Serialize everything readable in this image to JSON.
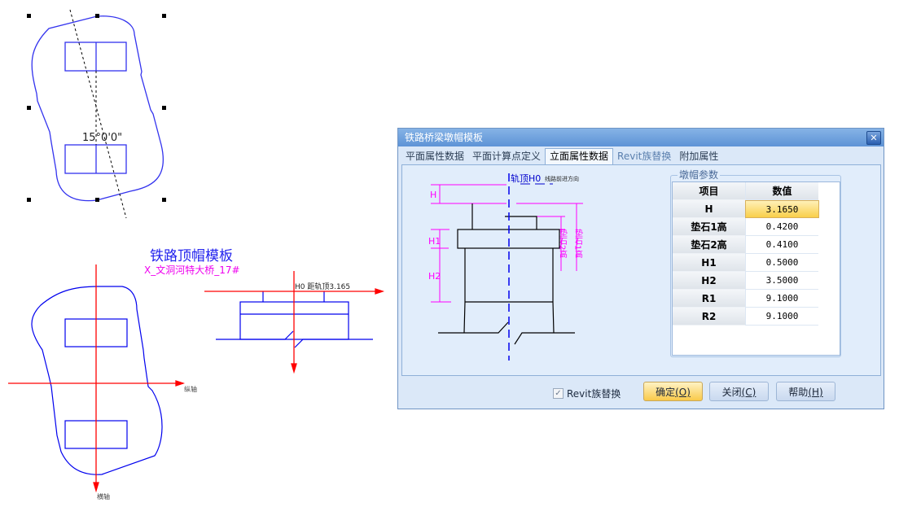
{
  "cad": {
    "angle_label": "15°0'0\"",
    "template_title": "铁路顶帽模板",
    "template_subtitle": "X_文洞河特大桥_17#",
    "h0_label": "H0 距轨顶3.165",
    "longitudinal_axis": "纵轴",
    "transverse_axis": "横轴",
    "colors": {
      "outline": "#0000ff",
      "axis": "#ff0000",
      "subtitle": "#ff00ff"
    }
  },
  "dialog": {
    "title": "铁路桥梁墩帽模板",
    "close_icon": "close-icon",
    "tabs": [
      {
        "label": "平面属性数据",
        "active": false
      },
      {
        "label": "平面计算点定义",
        "active": false
      },
      {
        "label": "立面属性数据",
        "active": true
      },
      {
        "label": "Revit族替换",
        "active": false
      },
      {
        "label": "附加属性",
        "active": false
      }
    ],
    "diagram": {
      "rail_top": "轨顶H0",
      "direction": "线路前进方向",
      "H": "H",
      "H1": "H1",
      "H2": "H2",
      "pad1": "垫石1高",
      "pad2": "垫石2高"
    },
    "group_title": "墩帽参数",
    "table": {
      "headers": [
        "项目",
        "数值"
      ],
      "rows": [
        {
          "item": "H",
          "value": "3.1650",
          "selected": true
        },
        {
          "item": "垫石1高",
          "value": "0.4200"
        },
        {
          "item": "垫石2高",
          "value": "0.4100"
        },
        {
          "item": "H1",
          "value": "0.5000"
        },
        {
          "item": "H2",
          "value": "3.5000"
        },
        {
          "item": "R1",
          "value": "9.1000"
        },
        {
          "item": "R2",
          "value": "9.1000"
        }
      ]
    },
    "revit_checkbox": {
      "label": "Revit族替换",
      "checked": true
    },
    "buttons": {
      "ok": "确定",
      "ok_key": "(O)",
      "close": "关闭",
      "close_key": "(C)",
      "help": "帮助",
      "help_key": "(H)"
    }
  }
}
